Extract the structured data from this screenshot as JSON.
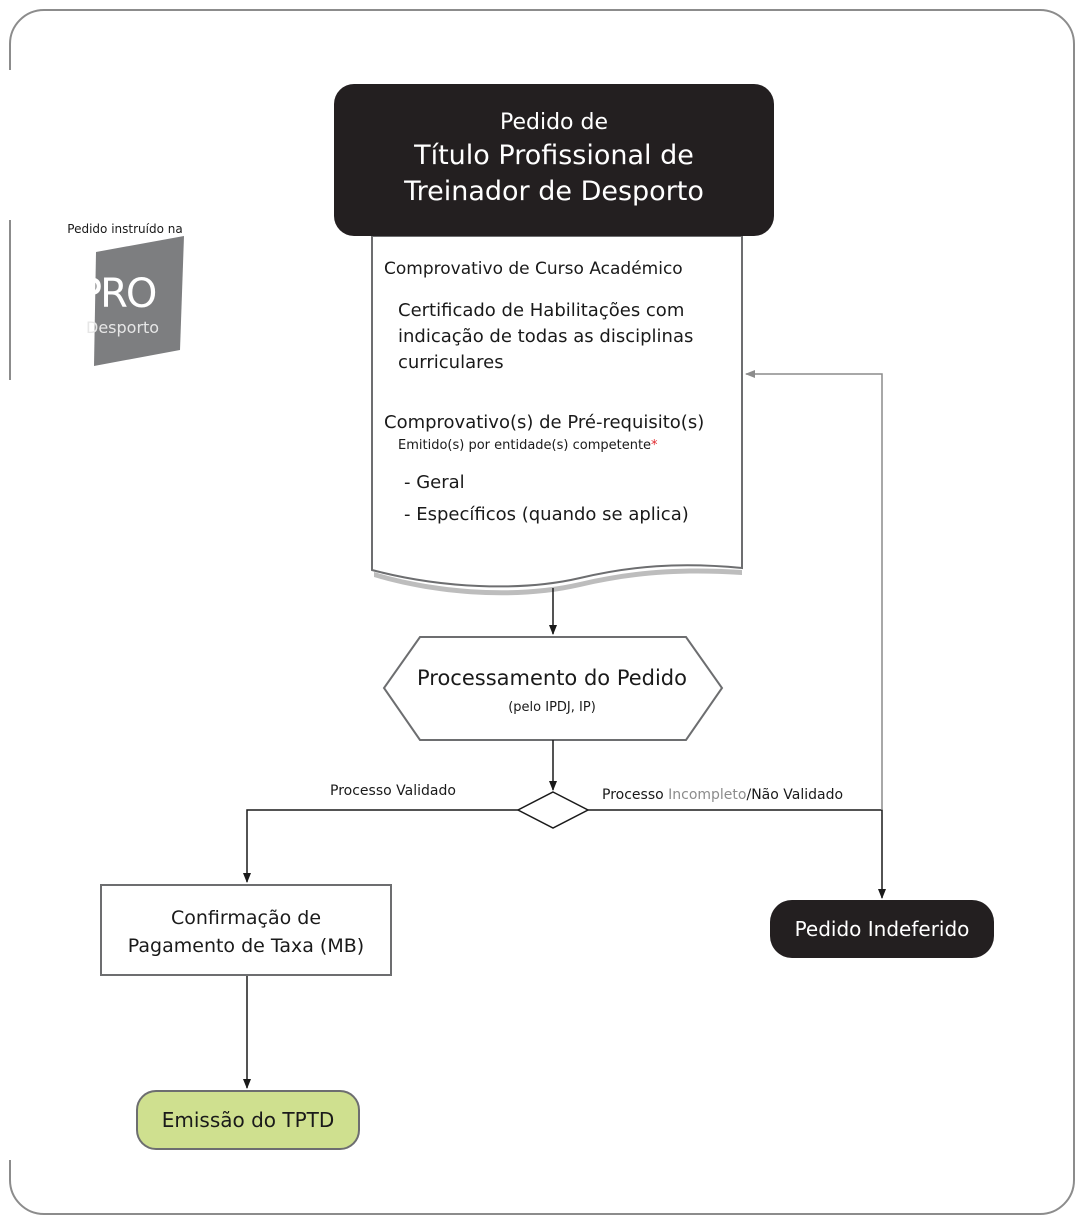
{
  "sidebar": {
    "caption": "Pedido instruído na",
    "logo_text_main": "PRO",
    "logo_text_sub": "Desporto"
  },
  "title_box": {
    "line1": "Pedido de",
    "line2": "Título Profissional de",
    "line3": "Treinador de Desporto"
  },
  "document": {
    "item1": "Comprovativo de Curso Académico",
    "item2_lines": [
      "Certificado de Habilitações com",
      "indicação de todas as disciplinas",
      "curriculares"
    ],
    "item3": "Comprovativo(s) de Pré-requisito(s)",
    "item3_sub": "Emitido(s) por entidade(s) competente",
    "item3_mark": "*",
    "bullets": [
      "- Geral",
      "- Específicos (quando se aplica)"
    ]
  },
  "processing": {
    "title": "Processamento do Pedido",
    "subtitle": "(pelo IPDJ, IP)"
  },
  "branches": {
    "validated": "Processo Validado",
    "invalid_prefix": "Processo ",
    "invalid_gray": "Incompleto",
    "invalid_suffix": "/Não Validado"
  },
  "confirmation": {
    "line1": "Confirmação de",
    "line2": "Pagamento de Taxa (MB)"
  },
  "rejected": {
    "label": "Pedido Indeferido"
  },
  "emission": {
    "label": "Emissão do TPTD"
  },
  "colors": {
    "dark_box": "#231f20",
    "emission_fill": "#cfe08f",
    "asterisk": "#e0262b",
    "gray_text": "#8c8c8c",
    "line": "#6d6e70",
    "logo_gray": "#7d7e80"
  }
}
